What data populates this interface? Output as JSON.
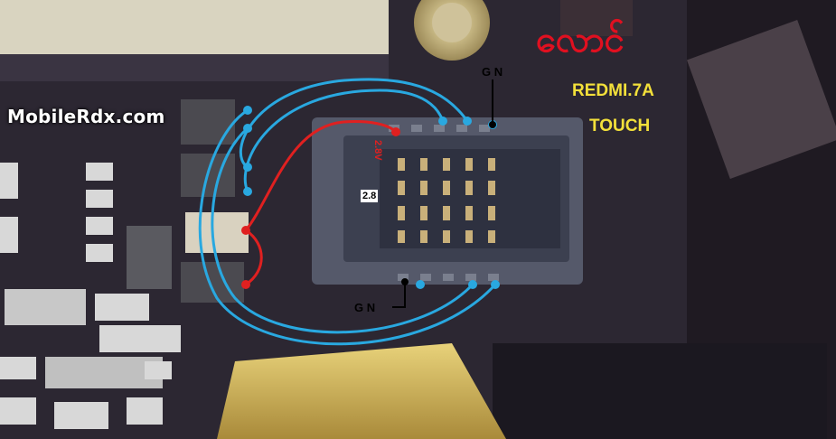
{
  "watermark": "MobileRdx.com",
  "brand_text": "လောင်",
  "model_label": "REDMI.7A",
  "part_label": "TOUCH",
  "ground_label_top": "G N",
  "ground_label_bottom": "G N",
  "voltage_label": "2.8",
  "voltage_label_rotated": "2.8V",
  "colors": {
    "jumper_blue": "#29a8e0",
    "jumper_red": "#e02020",
    "label_yellow": "#f3e03a",
    "brand_red": "#e01020"
  }
}
